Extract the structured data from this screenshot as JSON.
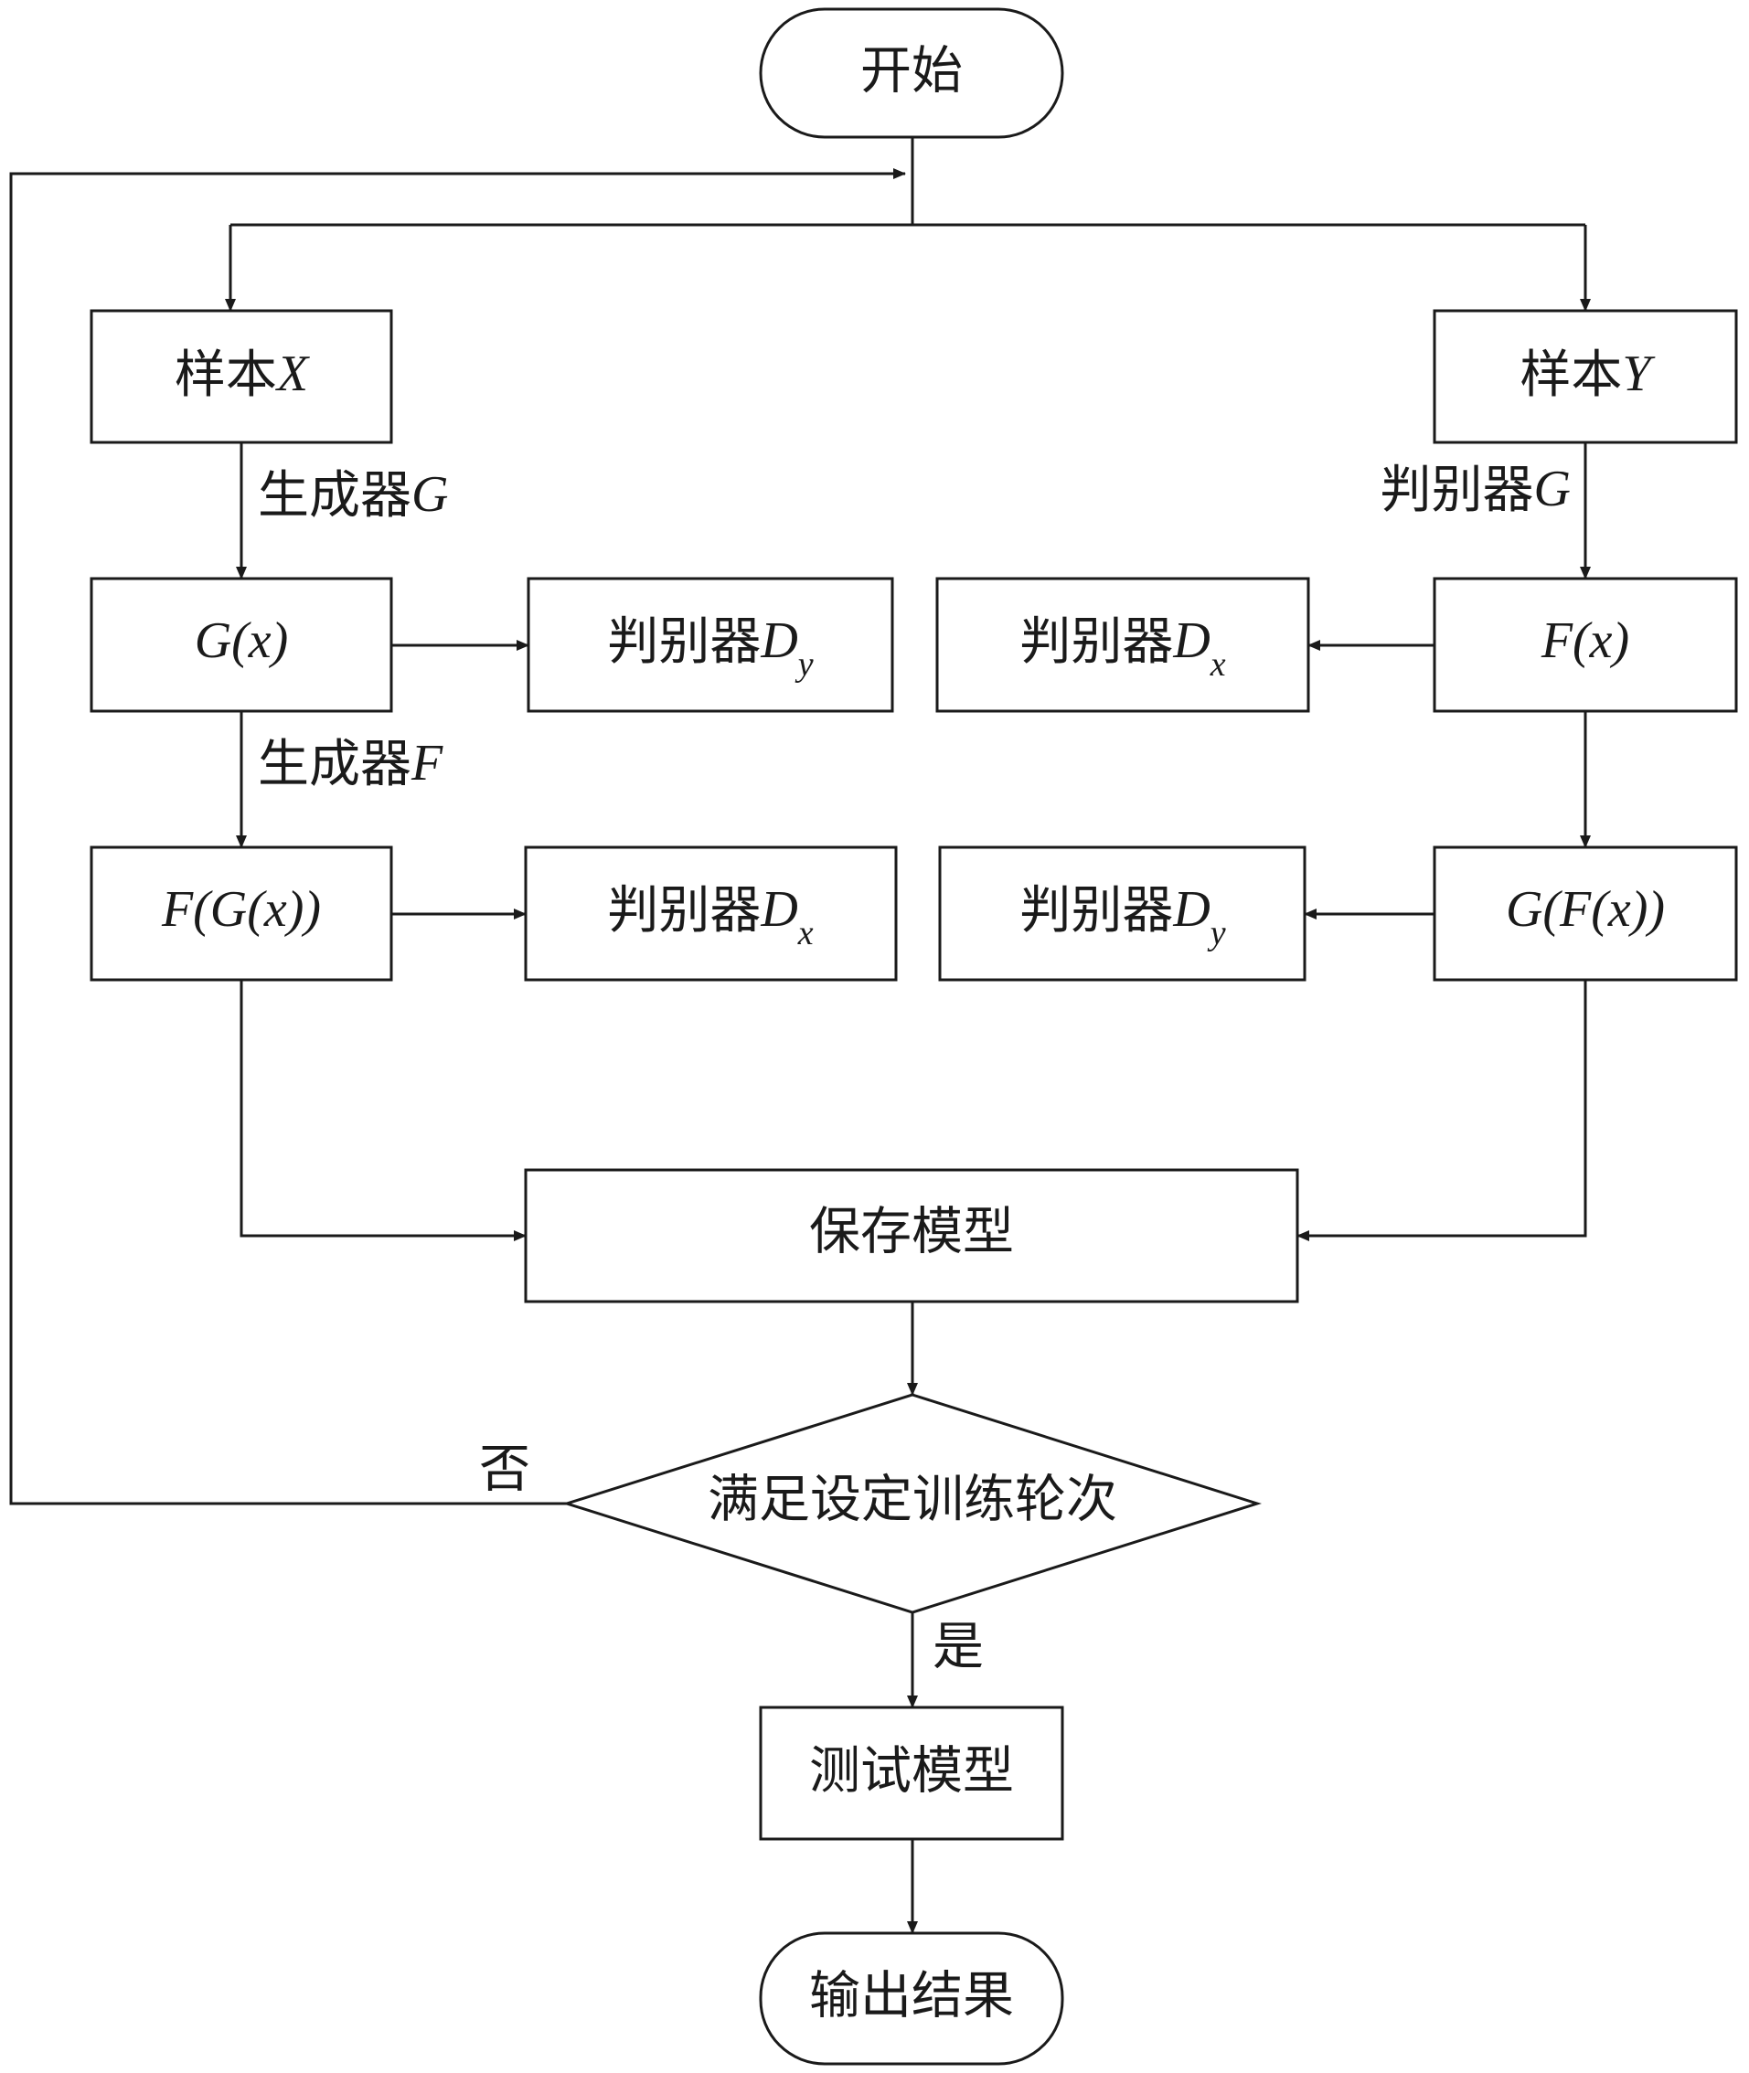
{
  "nodes": {
    "start": "开始",
    "sample_x": {
      "cn": "样本",
      "var": "X"
    },
    "sample_y": {
      "cn": "样本",
      "var": "Y"
    },
    "g_x": "G(x)",
    "f_x": "F(x)",
    "f_g_x": "F(G(x))",
    "g_f_x": "G(F(x))",
    "disc_dy_top": {
      "cn": "判别器",
      "var": "D",
      "sub": "y"
    },
    "disc_dx_top": {
      "cn": "判别器",
      "var": "D",
      "sub": "x"
    },
    "disc_dx_mid": {
      "cn": "判别器",
      "var": "D",
      "sub": "x"
    },
    "disc_dy_mid": {
      "cn": "判别器",
      "var": "D",
      "sub": "y"
    },
    "save_model": "保存模型",
    "decision": "满足设定训练轮次",
    "test_model": "测试模型",
    "output": "输出结果"
  },
  "edge_labels": {
    "gen_g": {
      "cn": "生成器",
      "var": "G"
    },
    "gen_f": {
      "cn": "生成器",
      "var": "F"
    },
    "disc_g": {
      "cn": "判别器",
      "var": "G"
    },
    "no": "否",
    "yes": "是"
  },
  "colors": {
    "stroke": "#1a1a1a",
    "background": "#ffffff"
  }
}
